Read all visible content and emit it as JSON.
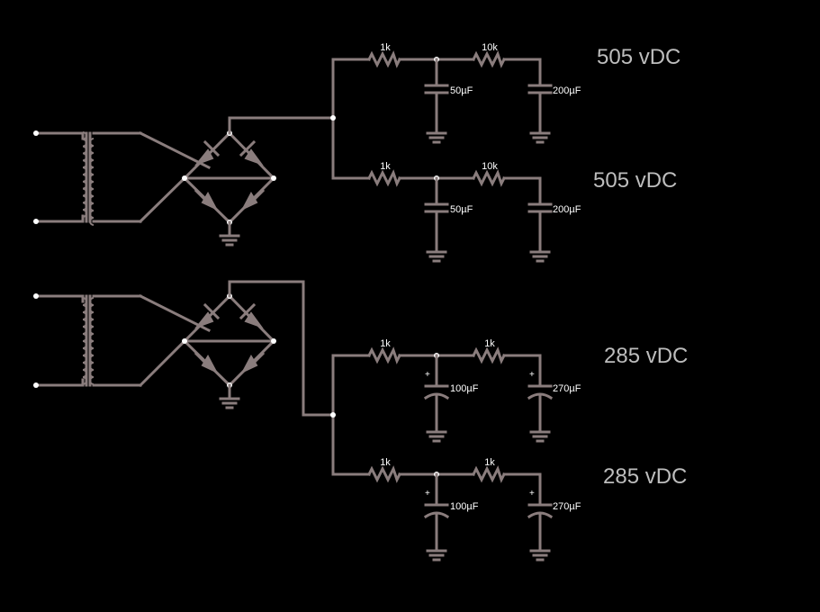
{
  "outputs": {
    "out1": "505 vDC",
    "out2": "505 vDC",
    "out3": "285 vDC",
    "out4": "285 vDC"
  },
  "resistors": {
    "r1": "1k",
    "r2": "10k",
    "r3": "1k",
    "r4": "10k",
    "r5": "1k",
    "r6": "1k",
    "r7": "1k",
    "r8": "1k"
  },
  "capacitors": {
    "c1": "50µF",
    "c2": "200µF",
    "c3": "50µF",
    "c4": "200µF",
    "c5": "100µF",
    "c6": "270µF",
    "c7": "100µF",
    "c8": "270µF"
  },
  "polarity": "+",
  "colors": {
    "wire": "#8a7d7d",
    "node": "#ffffff",
    "output_text": "#bdbdbd",
    "background": "#000000"
  }
}
